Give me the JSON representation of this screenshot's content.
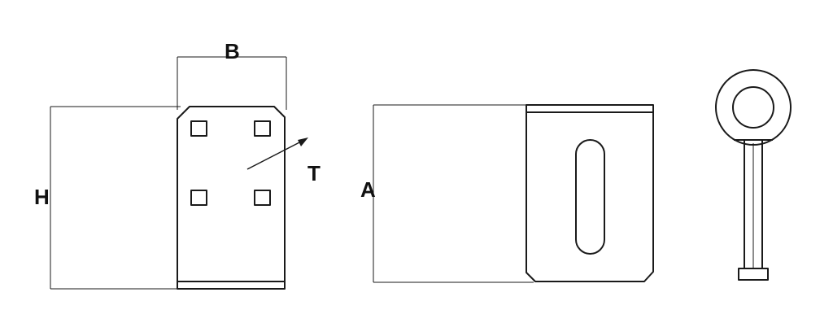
{
  "labels": {
    "width_b": "B",
    "height_h": "H",
    "thickness_t": "T",
    "length_a": "A"
  },
  "colors": {
    "line": "#1a1a1a",
    "text": "#111111",
    "background": "#ffffff"
  }
}
